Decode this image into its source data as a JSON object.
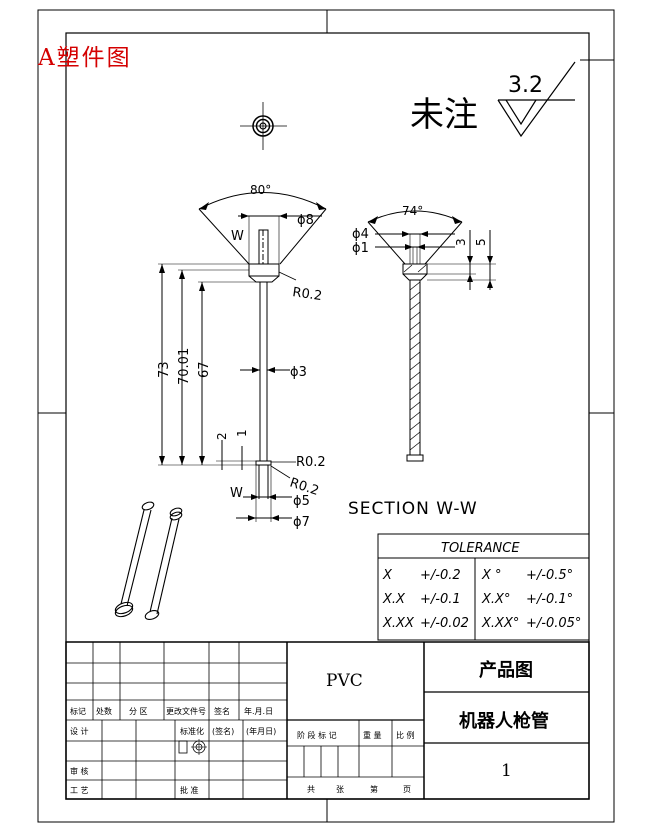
{
  "title_stamp": "A塑件图",
  "surface_note": {
    "label": "未注",
    "roughness": "3.2"
  },
  "dimensions": {
    "angle_top": "80°",
    "phi8": "ϕ8",
    "w_top": "W",
    "r02_top": "R0.2",
    "d73": "73",
    "d7001": "70.01",
    "d67": "67",
    "phi3": "ϕ3",
    "d2": "2",
    "d1": "1",
    "r02_bot_a": "R0.2",
    "r02_bot_b": "R0.2",
    "w_bot": "W",
    "phi5": "ϕ5",
    "phi7": "ϕ7",
    "angle_section": "74°",
    "phi4": "ϕ4",
    "phi1": "ϕ1",
    "d3": "3",
    "d5": "5"
  },
  "section_label": "SECTION  W-W",
  "tolerance": {
    "header": "TOLERANCE",
    "rows": [
      {
        "k1": "X",
        "v1": "+/-0.2",
        "k2": "X °",
        "v2": "+/-0.5°"
      },
      {
        "k1": "X.X",
        "v1": "+/-0.1",
        "k2": "X.X°",
        "v2": "+/-0.1°"
      },
      {
        "k1": "X.XX",
        "v1": "+/-0.02",
        "k2": "X.XX°",
        "v2": "+/-0.05°"
      }
    ]
  },
  "title_block": {
    "material": "PVC",
    "drawing_type": "产品图",
    "part_name": "机器人枪管",
    "sheet_no": "1",
    "rev_headers": [
      "标记",
      "处数",
      "分 区",
      "更改文件号",
      "签名",
      "年.月.日"
    ],
    "row_design": "设 计",
    "row_standard": "标准化",
    "row_sign": "(签名)",
    "row_date": "(年月日)",
    "row_review": "审 核",
    "row_process": "工 艺",
    "row_approve": "批 准",
    "stage_headers": [
      "阶 段 标 记",
      "重 量",
      "比 例"
    ],
    "sheet_footer": [
      "共",
      "张",
      "第",
      "页"
    ]
  }
}
